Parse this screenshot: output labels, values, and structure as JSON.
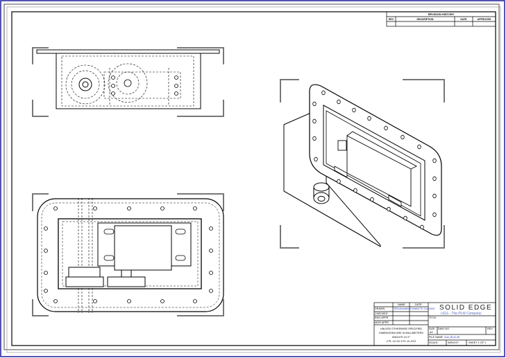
{
  "revision_history": {
    "title": "REVISION HISTORY",
    "headers": [
      "REV",
      "DESCRIPTION",
      "DATE",
      "APPROVED"
    ]
  },
  "title_block": {
    "col_name": "NAME",
    "col_date": "DATE",
    "rows": [
      {
        "label": "DRAWN",
        "name": "SEAutomation",
        "date": "Created To Jun 2003"
      },
      {
        "label": "CHECKED",
        "name": "",
        "date": ""
      },
      {
        "label": "ENG APPR",
        "name": "",
        "date": ""
      },
      {
        "label": "MGR APPR",
        "name": "",
        "date": ""
      }
    ],
    "notes": [
      "UNLESS OTHERWISE SPECIFIED",
      "DIMENSIONS ARE IN MILLIMETERS",
      "ANGLES ±X.X°",
      "2 PL ±X.XX 3 PL ±X.XXX"
    ],
    "brand_name": "SOLID EDGE",
    "brand_sub": "UGS - The PLM Company",
    "title_label": "TITLE",
    "size_label": "SIZE",
    "size_value": "A2",
    "dwg_label": "DWG NO",
    "rev_label": "REV",
    "file_name_label": "FILE NAME",
    "file_name_value": "Ada_Bruk.dft",
    "scale_label": "SCALE:",
    "weight_label": "WEIGHT:",
    "sheet_label": "SHEET 1 OF 1"
  }
}
